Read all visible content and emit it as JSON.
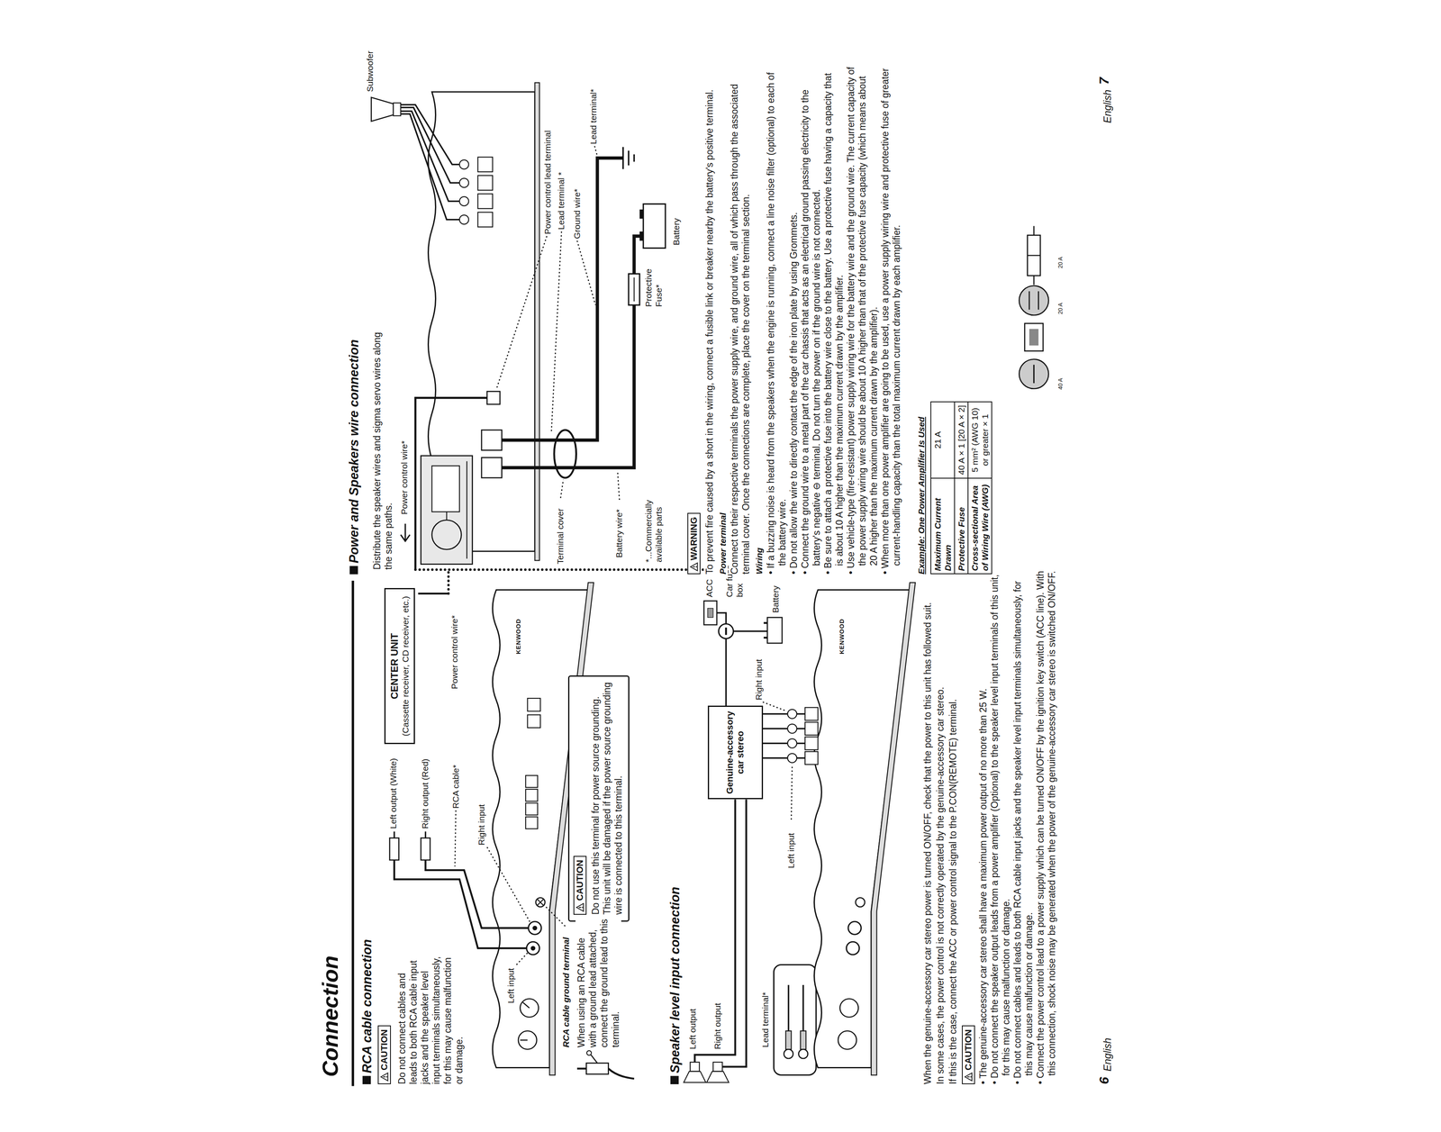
{
  "diagram": {
    "nodes": [
      {
        "text": [
          "CAUTION"
        ]
      },
      {
        "text": [
          "CENTER UNIT",
          "(Cassette receiver, CD receiver, etc.)"
        ]
      },
      {
        "text": [
          "Do not use this terminal for power source grounding. This unit will be damaged if the power source grounding wire is connected to this terminal."
        ]
      },
      {
        "text": [
          "CAUTION"
        ],
        "in": 2
      },
      {
        "text": [
          "Genuine-accessory car stereo"
        ]
      },
      {
        "text": [
          "CAUTION"
        ]
      },
      {
        "text": [
          "WARNING"
        ]
      }
    ],
    "labels": [
      "Connection",
      "RCA cable connection",
      "Do not connect cables and leads to both RCA cable input jacks and the speaker level input terminals simultaneously, for this may cause malfunction or damage.",
      "Left output (White)",
      "Right output (Red)",
      "RCA cable*",
      "Power control wire*",
      "Left input",
      "Right input",
      "KENWOOD",
      "RCA cable ground terminal",
      "When using an RCA cable with a ground lead attached, connect the ground lead to this terminal.",
      "Speaker level input connection",
      "Left output",
      "Right output",
      "Lead terminal*",
      "Left input",
      "Right input",
      "ACC",
      "Car fuse box",
      "Battery",
      "KENWOOD",
      "When the genuine-accessory car stereo power is turned ON/OFF, check that the power to this unit has followed suit.",
      "In some cases, the power control is not correctly operated by the genuine-accessory car stereo.",
      "If this is the case, connect the ACC or power control signal to the P.CON(REMOTE) terminal.",
      "• The genuine-accessory car stereo shall have a maximum power output of no more than 25 W.",
      "• Do not connect the speaker output leads from a power amplifier (Optional) to the speaker level input terminals of this unit, for this may cause malfunction or damage.",
      "• Do not connect cables and leads to both RCA cable input jacks and the speaker level input terminals simultaneously, for this may cause malfunction or damage.",
      "• Connect the power control lead to a power supply which can be turned ON/OFF by the ignition key switch (ACC line). With this connection, shock noise may be generated when the power of the genuine-accessory car stereo is switched ON/OFF.",
      "6",
      "English",
      "Power and Speakers wire connection",
      "Distribute the speaker wires and sigma servo wires along the same paths.",
      "Subwoofer",
      "Power control wire*",
      "Power control lead terminal",
      "Lead terminal *",
      "Ground wire*",
      "Lead terminal*",
      "Terminal cover",
      "Battery wire*",
      "*...Commercially available parts",
      "Protective Fuse*",
      "Battery",
      "To prevent fire caused by a short in the wiring, connect a fusible link or breaker nearby the battery's positive terminal.",
      "Power terminal",
      "Connect to their respective terminals the power supply wire, and ground wire, all of which pass through the associated terminal cover. Once the connections are complete, place the cover on the terminal section.",
      "Wiring",
      "• If a buzzing noise is heard from the speakers when the engine is running, connect a line noise filter (optional) to each of the battery wire.",
      "• Do not allow the wire to directly contact the edge of the iron plate by using Grommets.",
      "• Connect the ground wire to a metal part of the car chassis that acts as an electrical ground passing electricity to the battery's negative ⊖ terminal. Do not turn the power on if the ground wire is not connected.",
      "• Be sure to attach a protective fuse into the battery wire close to the battery. Use a protective fuse having a capacity that is about 10 A higher than the maximum current drawn by the amplifier.",
      "• Use vehicle-type (fire-resistant) power supply wiring wire for the battery wire and the ground wire. The current capacity of the power supply wiring wire should be about 10 A higher than that of the protective fuse capacity (which means about 20 A higher than the maximum current drawn by the amplifier).",
      "• When more than one power amplifier are going to be used, use a power supply wiring wire and protective fuse of greater current-handling capacity than the total maximum current drawn by each amplifier.",
      "Example: One Power Amplifier Is Used",
      "Maximum Current Drawn",
      "21 A",
      "Protective Fuse",
      "40 A × 1 [20 A × 2]",
      "Cross-sectional Area of Wiring Wire (AWG)",
      "5 mm² (AWG 10) or greater × 1",
      "40 A",
      "20 A",
      "20 A",
      "English",
      "7"
    ]
  }
}
